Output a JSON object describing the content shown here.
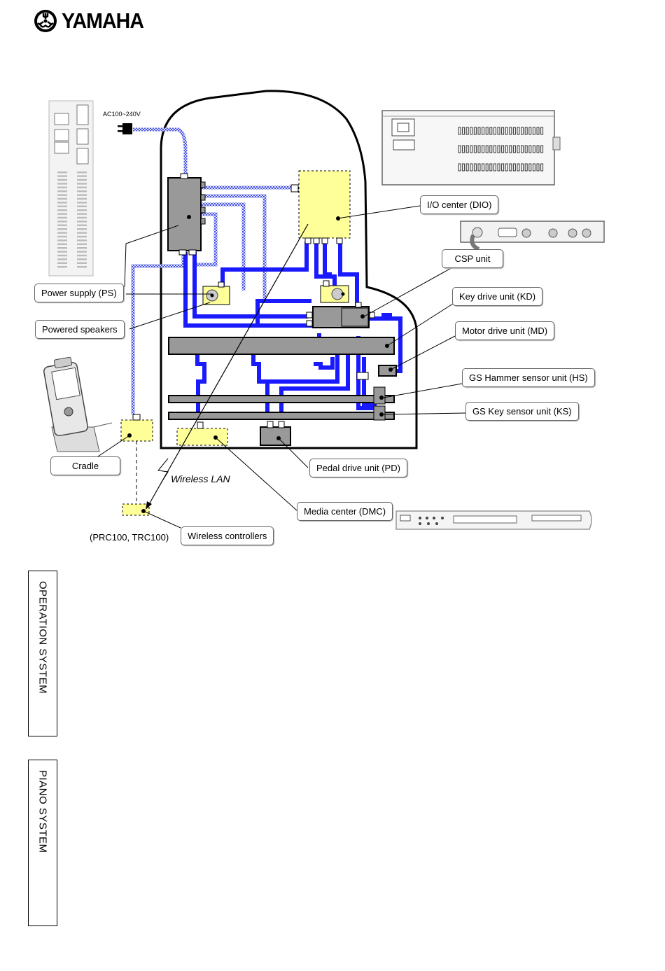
{
  "header": {
    "brand": "YAMAHA"
  },
  "diagram": {
    "ac_label": "AC100~240V",
    "wireless_lan": "Wireless LAN",
    "controller_models": "(PRC100, TRC100)",
    "callouts": {
      "power_supply": "Power supply (PS)",
      "powered_speakers": "Powered speakers",
      "cradle": "Cradle",
      "io_center": "I/O center (DIO)",
      "csp_unit": "CSP unit",
      "key_drive": "Key drive unit (KD)",
      "motor_drive": "Motor drive unit (MD)",
      "hammer_sensor": "GS Hammer sensor unit (HS)",
      "key_sensor": "GS Key sensor unit (KS)",
      "pedal_drive": "Pedal drive unit (PD)",
      "media_center": "Media center (DMC)",
      "wireless_controllers": "Wireless controllers"
    }
  },
  "side_tabs": {
    "operation": "OPERATION SYSTEM",
    "piano": "PIANO SYSTEM"
  },
  "colors": {
    "cable_blue": "#1a1aff",
    "unit_yellow": "#ffff99",
    "unit_gray": "#999999",
    "outline": "#000000"
  }
}
